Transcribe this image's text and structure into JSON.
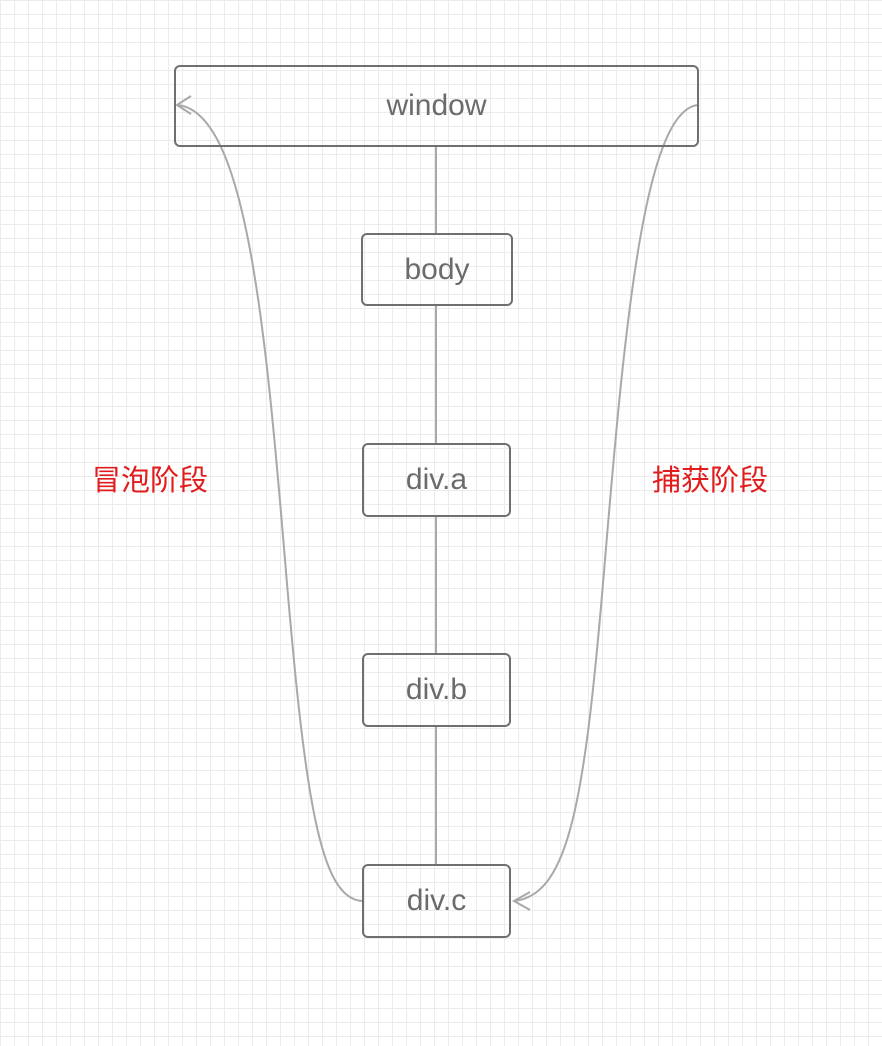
{
  "diagram": {
    "nodes": [
      {
        "id": "window",
        "label": "window"
      },
      {
        "id": "body",
        "label": "body"
      },
      {
        "id": "div-a",
        "label": "div.a"
      },
      {
        "id": "div-b",
        "label": "div.b"
      },
      {
        "id": "div-c",
        "label": "div.c"
      }
    ],
    "phases": {
      "bubbling": "冒泡阶段",
      "capturing": "捕获阶段"
    },
    "colors": {
      "node_border": "#6f6f6f",
      "node_text": "#6b6b6b",
      "connector": "#a9a9a9",
      "phase_text": "#e11c1c",
      "grid": "#ebebeb"
    }
  }
}
